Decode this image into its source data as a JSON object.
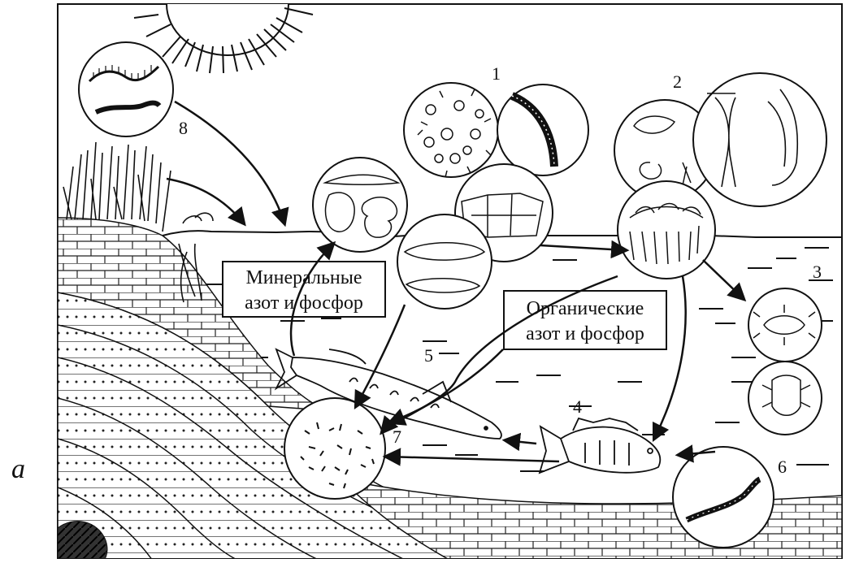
{
  "panel_letter": "а",
  "boxes": {
    "mineral": [
      "Минеральные",
      "азот и фосфор"
    ],
    "organic": [
      "Органические",
      "азот и фосфор"
    ]
  },
  "numbers": {
    "n1": "1",
    "n2": "2",
    "n3": "3",
    "n4": "4",
    "n5": "5",
    "n6": "6",
    "n7": "7",
    "n8": "8"
  }
}
